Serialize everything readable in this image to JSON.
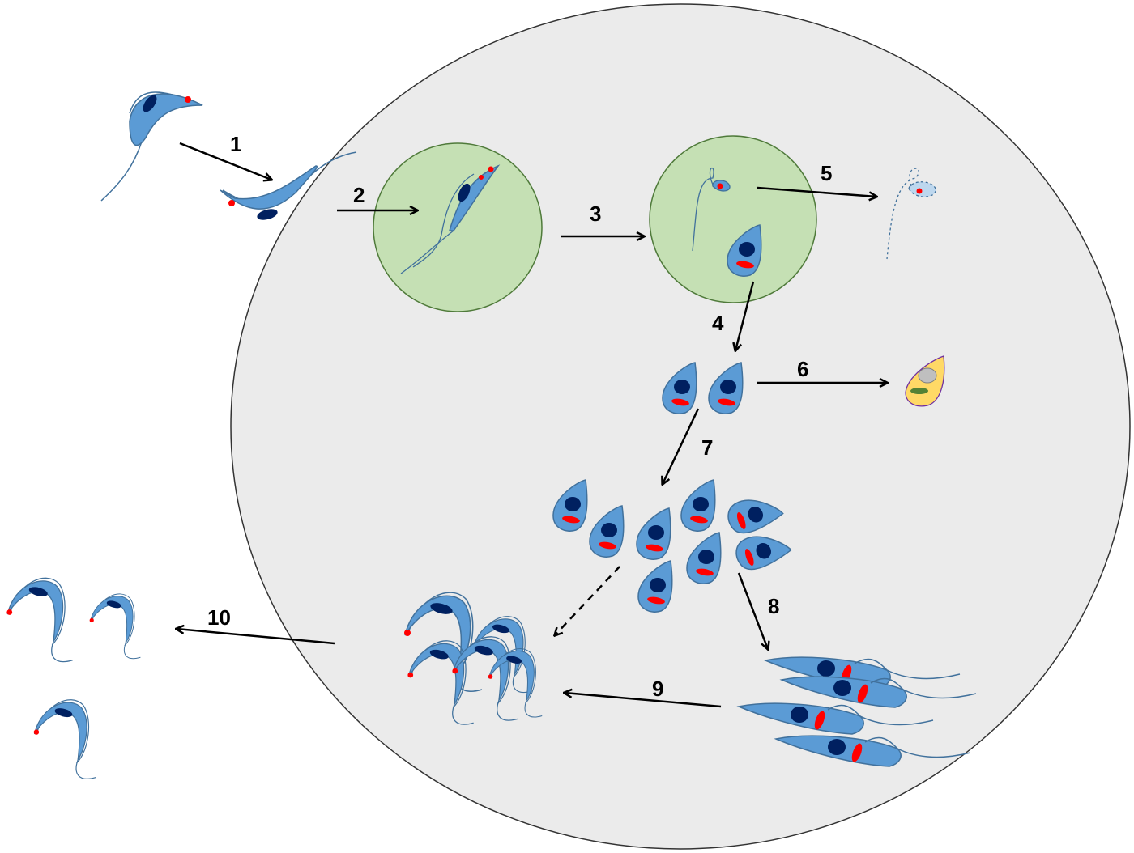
{
  "diagram": {
    "step_labels": [
      "1",
      "2",
      "3",
      "4",
      "5",
      "6",
      "7",
      "8",
      "9",
      "10"
    ]
  },
  "colors": {
    "host_cell": "#ebebeb",
    "vacuole": "#c5e0b4",
    "parasite_body": "#5b9bd5",
    "parasite_outline": "#41719c",
    "nucleus": "#002060",
    "kinetoplast": "#ff0000",
    "dead_cell": "#ffd966"
  }
}
